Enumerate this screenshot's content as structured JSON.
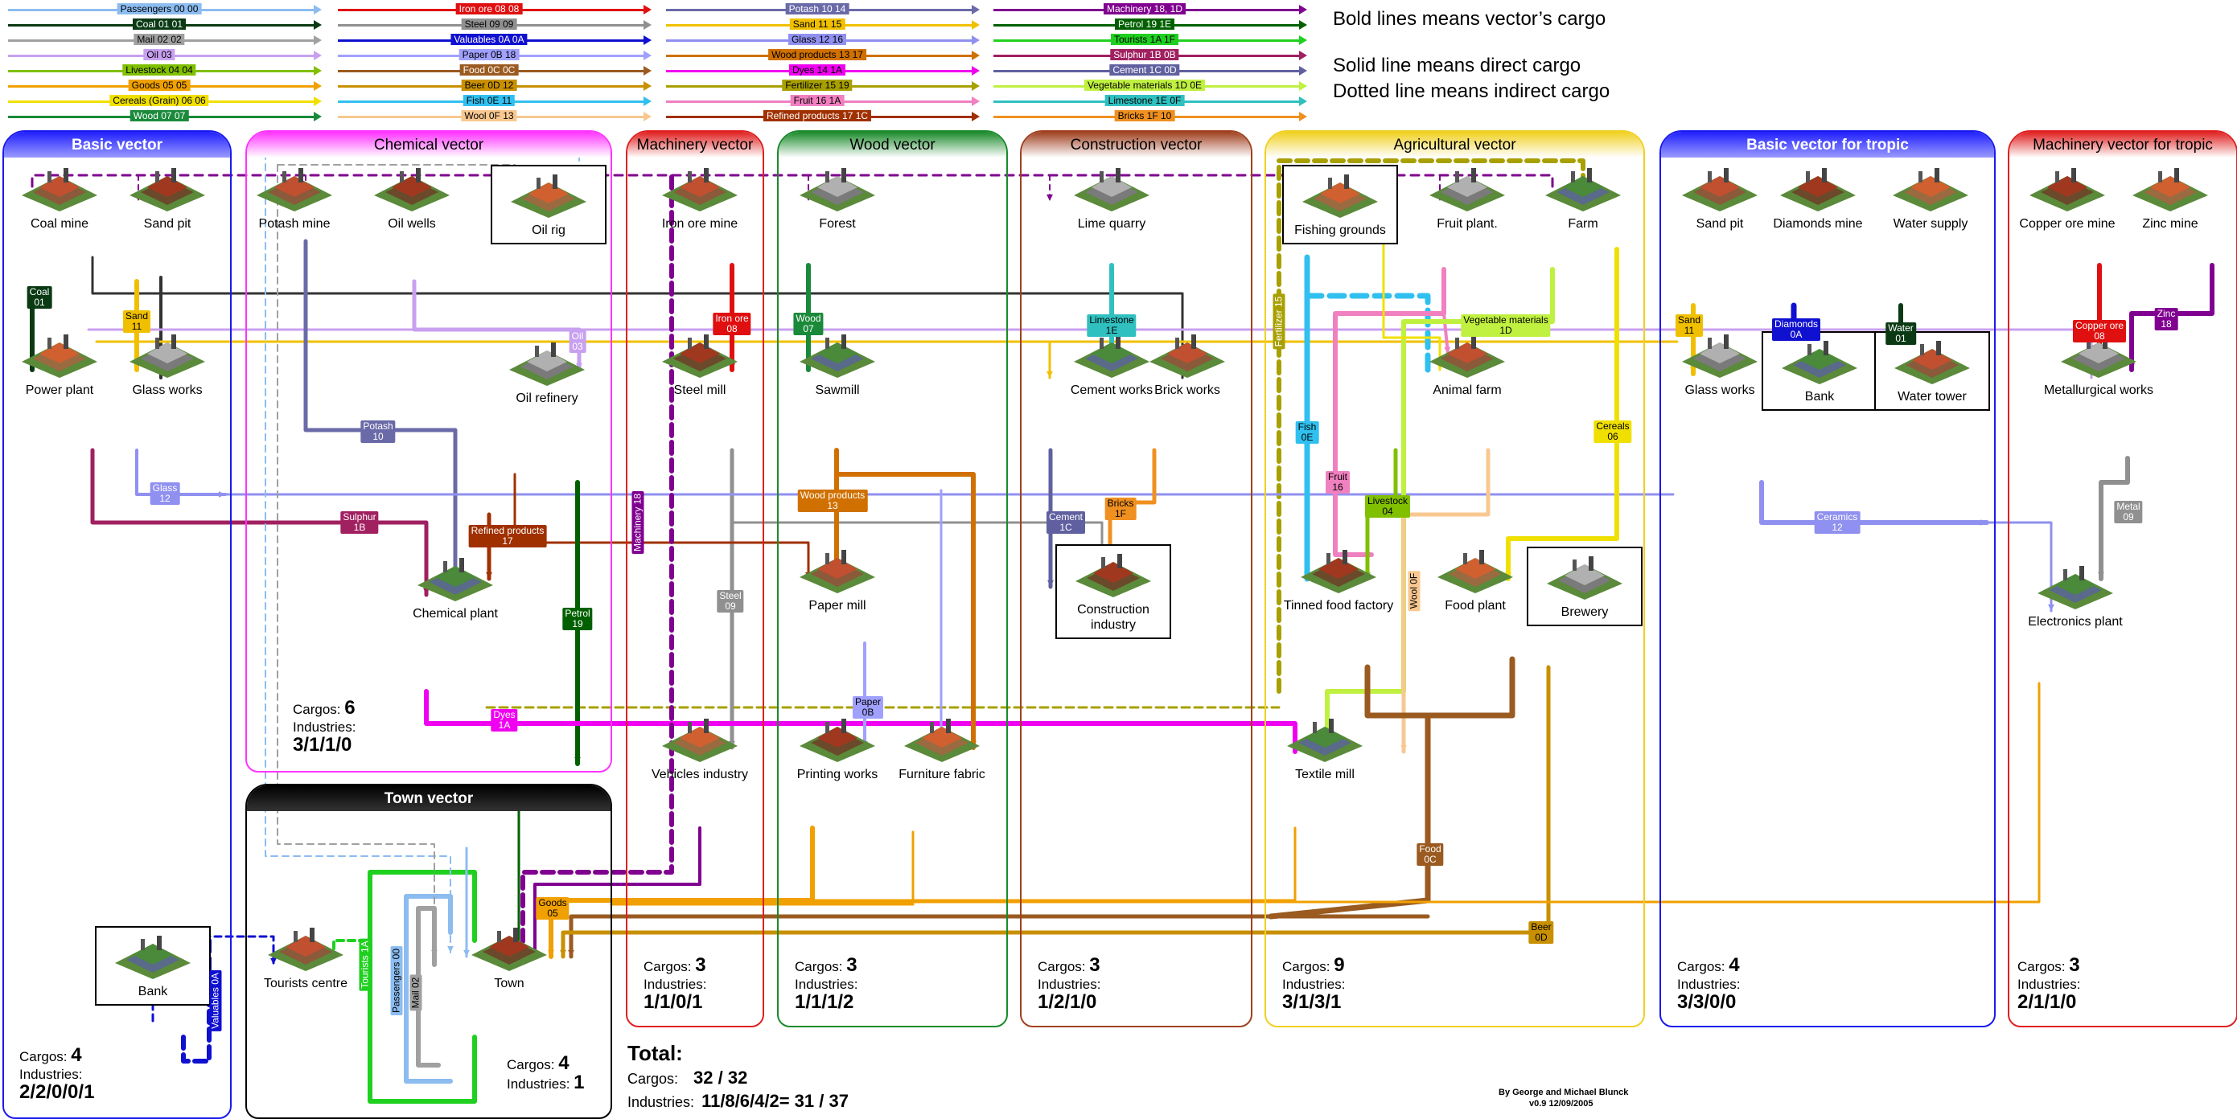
{
  "legend": [
    {
      "label": "Passengers 00 00",
      "color": "#8cbcf0"
    },
    {
      "label": "Coal 01 01",
      "color": "#0a3a14"
    },
    {
      "label": "Mail 02 02",
      "color": "#a0a0a0"
    },
    {
      "label": "Oil 03",
      "color": "#c8a0f0"
    },
    {
      "label": "Livestock 04 04",
      "color": "#80c000"
    },
    {
      "label": "Goods 05 05",
      "color": "#f0a000"
    },
    {
      "label": "Cereals (Grain) 06 06",
      "color": "#f0e000"
    },
    {
      "label": "Wood 07 07",
      "color": "#1a8a3a"
    },
    {
      "label": "Iron ore 08 08",
      "color": "#e01010"
    },
    {
      "label": "Steel 09 09",
      "color": "#909090"
    },
    {
      "label": "Valuables 0A 0A",
      "color": "#1010d0"
    },
    {
      "label": "Paper 0B 18",
      "color": "#a0a0ff"
    },
    {
      "label": "Food 0C 0C",
      "color": "#9a5a20"
    },
    {
      "label": "Beer 0D 12",
      "color": "#c89000"
    },
    {
      "label": "Fish 0E 11",
      "color": "#30c0f0"
    },
    {
      "label": "Wool 0F 13",
      "color": "#f8c890"
    },
    {
      "label": "Potash 10 14",
      "color": "#6a6aa8"
    },
    {
      "label": "Sand 11 15",
      "color": "#f0c000"
    },
    {
      "label": "Glass 12 16",
      "color": "#9090f0"
    },
    {
      "label": "Wood products 13 17",
      "color": "#d07000"
    },
    {
      "label": "Dyes 14 1A",
      "color": "#f000f0"
    },
    {
      "label": "Fertilizer 15 19",
      "color": "#a8a000"
    },
    {
      "label": "Fruit 16 1A",
      "color": "#f080c0"
    },
    {
      "label": "Refined products 17 1C",
      "color": "#a03000"
    },
    {
      "label": "Machinery 18, 1D",
      "color": "#800090"
    },
    {
      "label": "Petrol 19 1E",
      "color": "#006000"
    },
    {
      "label": "Tourists 1A 1F",
      "color": "#20d020"
    },
    {
      "label": "Sulphur 1B 0B",
      "color": "#a02060"
    },
    {
      "label": "Cement 1C 0D",
      "color": "#6060a0"
    },
    {
      "label": "Vegetable materials 1D 0E",
      "color": "#c0f040"
    },
    {
      "label": "Limestone 1E 0F",
      "color": "#30c0c0"
    },
    {
      "label": "Bricks 1F 10",
      "color": "#f09020"
    }
  ],
  "notes": [
    "Bold lines means vector’s cargo",
    "Solid line means direct cargo",
    "Dotted line means indirect cargo"
  ],
  "vectors": [
    {
      "title": "Basic vector",
      "color": "#1a1aee",
      "cargos": "4",
      "industries": "2/2/0/0/1"
    },
    {
      "title": "Chemical vector",
      "color": "#ff33ff",
      "cargos": "6",
      "industries": "3/1/1/0"
    },
    {
      "title": "Machinery vector",
      "color": "#e02020",
      "cargos": "3",
      "industries": "1/1/0/1"
    },
    {
      "title": "Wood vector",
      "color": "#1a8a2a",
      "cargos": "3",
      "industries": "1/1/1/2"
    },
    {
      "title": "Construction vector",
      "color": "#a04020",
      "cargos": "3",
      "industries": "1/2/1/0"
    },
    {
      "title": "Agricultural vector",
      "color": "#f0d020",
      "cargos": "9",
      "industries": "3/1/3/1"
    },
    {
      "title": "Basic vector for tropic",
      "color": "#1a1aee",
      "cargos": "4",
      "industries": "3/3/0/0"
    },
    {
      "title": "Machinery vector for tropic",
      "color": "#e02020",
      "cargos": "3",
      "industries": "2/1/1/0"
    },
    {
      "title": "Town vector",
      "color": "#000000",
      "cargos": "4",
      "industries": "1"
    }
  ],
  "labels": {
    "cargos": "Cargos:",
    "industries": "Industries:"
  },
  "industries": [
    {
      "name": "Coal mine"
    },
    {
      "name": "Sand pit"
    },
    {
      "name": "Power plant"
    },
    {
      "name": "Glass works"
    },
    {
      "name": "Bank"
    },
    {
      "name": "Potash mine"
    },
    {
      "name": "Oil wells"
    },
    {
      "name": "Oil rig"
    },
    {
      "name": "Oil refinery"
    },
    {
      "name": "Chemical plant"
    },
    {
      "name": "Iron ore mine"
    },
    {
      "name": "Steel mill"
    },
    {
      "name": "Vehicles industry"
    },
    {
      "name": "Forest"
    },
    {
      "name": "Sawmill"
    },
    {
      "name": "Paper mill"
    },
    {
      "name": "Printing works"
    },
    {
      "name": "Furniture fabric"
    },
    {
      "name": "Lime quarry"
    },
    {
      "name": "Cement works"
    },
    {
      "name": "Brick works"
    },
    {
      "name": "Construction industry"
    },
    {
      "name": "Fishing grounds"
    },
    {
      "name": "Fruit plant."
    },
    {
      "name": "Farm"
    },
    {
      "name": "Animal farm"
    },
    {
      "name": "Tinned food factory"
    },
    {
      "name": "Food plant"
    },
    {
      "name": "Brewery"
    },
    {
      "name": "Textile mill"
    },
    {
      "name": "Sand pit"
    },
    {
      "name": "Diamonds mine"
    },
    {
      "name": "Water supply"
    },
    {
      "name": "Glass works"
    },
    {
      "name": "Bank"
    },
    {
      "name": "Water tower"
    },
    {
      "name": "Copper ore mine"
    },
    {
      "name": "Zinc mine"
    },
    {
      "name": "Metallurgical works"
    },
    {
      "name": "Electronics plant"
    },
    {
      "name": "Tourists centre"
    },
    {
      "name": "Town"
    }
  ],
  "tags": [
    {
      "text": "Coal 01",
      "color": "#0a3a14"
    },
    {
      "text": "Sand 11",
      "color": "#f0c000",
      "dark": true
    },
    {
      "text": "Glass 12",
      "color": "#9090f0"
    },
    {
      "text": "Sulphur 1B",
      "color": "#a02060"
    },
    {
      "text": "Potash 10",
      "color": "#6a6aa8"
    },
    {
      "text": "Oil 03",
      "color": "#c8a0f0"
    },
    {
      "text": "Refined products 17",
      "color": "#a03000"
    },
    {
      "text": "Petrol 19",
      "color": "#006000"
    },
    {
      "text": "Dyes 1A",
      "color": "#f000f0"
    },
    {
      "text": "Iron ore 08",
      "color": "#e01010"
    },
    {
      "text": "Machinery 18",
      "color": "#800090"
    },
    {
      "text": "Steel 09",
      "color": "#909090"
    },
    {
      "text": "Wood 07",
      "color": "#1a8a3a"
    },
    {
      "text": "Wood products 13",
      "color": "#d07000"
    },
    {
      "text": "Paper 0B",
      "color": "#a0a0ff",
      "dark": true
    },
    {
      "text": "Limestone 1E",
      "color": "#30c0c0",
      "dark": true
    },
    {
      "text": "Cement 1C",
      "color": "#6060a0"
    },
    {
      "text": "Bricks 1F",
      "color": "#f09020",
      "dark": true
    },
    {
      "text": "Fertilizer 15",
      "color": "#a8a000"
    },
    {
      "text": "Fish 0E",
      "color": "#30c0f0",
      "dark": true
    },
    {
      "text": "Vegetable materials 1D",
      "color": "#c0f040",
      "dark": true
    },
    {
      "text": "Fruit 16",
      "color": "#f080c0",
      "dark": true
    },
    {
      "text": "Livestock 04",
      "color": "#80c000",
      "dark": true
    },
    {
      "text": "Wool 0F",
      "color": "#f8c890",
      "dark": true
    },
    {
      "text": "Cereals 06",
      "color": "#f0e000",
      "dark": true
    },
    {
      "text": "Food 0C",
      "color": "#9a5a20"
    },
    {
      "text": "Beer 0D",
      "color": "#c89000",
      "dark": true
    },
    {
      "text": "Sand 11",
      "color": "#f0c000",
      "dark": true
    },
    {
      "text": "Diamonds 0A",
      "color": "#1010d0"
    },
    {
      "text": "Water 01",
      "color": "#0a3a14"
    },
    {
      "text": "Ceramics 12",
      "color": "#9090f0"
    },
    {
      "text": "Copper ore 08",
      "color": "#e01010"
    },
    {
      "text": "Zinc 18",
      "color": "#800090"
    },
    {
      "text": "Metal 09",
      "color": "#909090"
    },
    {
      "text": "Valuables 0A",
      "color": "#1010d0"
    },
    {
      "text": "Tourists 1A",
      "color": "#20d020"
    },
    {
      "text": "Passengers 00",
      "color": "#8cbcf0",
      "dark": true
    },
    {
      "text": "Mail 02",
      "color": "#a0a0a0",
      "dark": true
    },
    {
      "text": "Goods 05",
      "color": "#f0a000",
      "dark": true
    }
  ],
  "total": {
    "title": "Total:",
    "cargos_label": "Cargos:",
    "cargos_value": "32 / 32",
    "industries_label": "Industries:",
    "industries_value": "11/8/6/4/2= 31 / 37"
  },
  "credit": {
    "line1": "By George and Michael Blunck",
    "line2": "v0.9  12/09/2005"
  }
}
